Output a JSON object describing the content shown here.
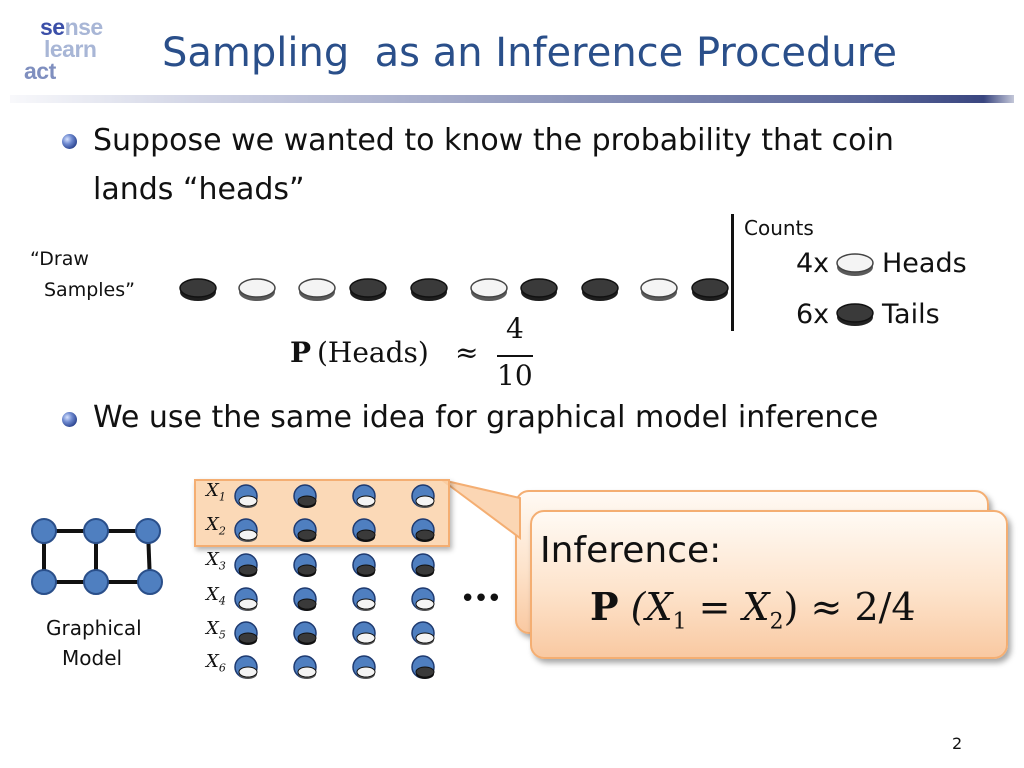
{
  "logo": {
    "line1a": "se",
    "line1b": "nse",
    "line2": "learn",
    "line3": "act"
  },
  "title": "Sampling  as an Inference Procedure",
  "bullets": [
    {
      "line1": "Suppose we wanted to know the probability that coin",
      "line2": "lands “heads”"
    },
    {
      "line1": "We use the same idea for graphical model inference"
    }
  ],
  "draw_samples": {
    "line1": "“Draw",
    "line2": "Samples”"
  },
  "coin_sequence": [
    "tails",
    "heads",
    "heads",
    "tails",
    "tails",
    "heads",
    "tails",
    "tails",
    "heads",
    "tails"
  ],
  "counts": {
    "header": "Counts",
    "rows": [
      {
        "count": "4x",
        "coin": "heads",
        "label": "Heads"
      },
      {
        "count": "6x",
        "coin": "tails",
        "label": "Tails"
      }
    ]
  },
  "formula1": {
    "P": "P",
    "arg": "(Heads)",
    "approx": "≈",
    "numerator": "4",
    "denominator": "10"
  },
  "graph_label": {
    "line1": "Graphical",
    "line2": "Model"
  },
  "variables": [
    {
      "name": "X",
      "sub": "1"
    },
    {
      "name": "X",
      "sub": "2"
    },
    {
      "name": "X",
      "sub": "3"
    },
    {
      "name": "X",
      "sub": "4"
    },
    {
      "name": "X",
      "sub": "5"
    },
    {
      "name": "X",
      "sub": "6"
    }
  ],
  "sample_grid": [
    [
      "heads",
      "tails",
      "heads",
      "heads"
    ],
    [
      "heads",
      "tails",
      "tails",
      "tails"
    ],
    [
      "tails",
      "tails",
      "tails",
      "tails"
    ],
    [
      "heads",
      "tails",
      "heads",
      "heads"
    ],
    [
      "tails",
      "tails",
      "heads",
      "heads"
    ],
    [
      "heads",
      "heads",
      "heads",
      "tails"
    ]
  ],
  "ellipsis": "•••",
  "inference_box": {
    "label": "Inference:",
    "P": "P",
    "expr": "(X",
    "sub1": "1",
    "eq": " = X",
    "sub2": "2",
    "tail": ") ≈ 2/4"
  },
  "page_number": "2",
  "colors": {
    "title": "#2a4f8a",
    "node": "#4f7fc0",
    "box_border": "#f4ae72"
  }
}
